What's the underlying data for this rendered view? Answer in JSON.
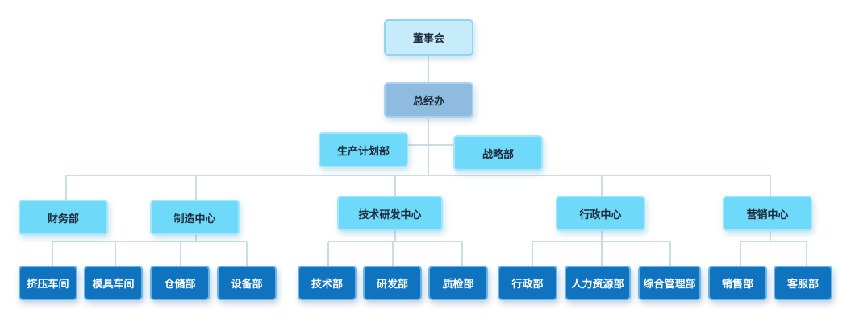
{
  "org_chart": {
    "board": "董事会",
    "general_office": "总经办",
    "staff": {
      "production_planning": "生产计划部",
      "strategy": "战略部"
    },
    "finance": "财务部",
    "manufacturing": {
      "label": "制造中心",
      "children": [
        "挤压车间",
        "模具车间",
        "仓储部",
        "设备部"
      ]
    },
    "rnd": {
      "label": "技术研发中心",
      "children": [
        "技术部",
        "研发部",
        "质检部"
      ]
    },
    "admin": {
      "label": "行政中心",
      "children": [
        "行政部",
        "人力资源部",
        "综合管理部"
      ]
    },
    "marketing": {
      "label": "营销中心",
      "children": [
        "销售部",
        "客服部"
      ]
    }
  }
}
